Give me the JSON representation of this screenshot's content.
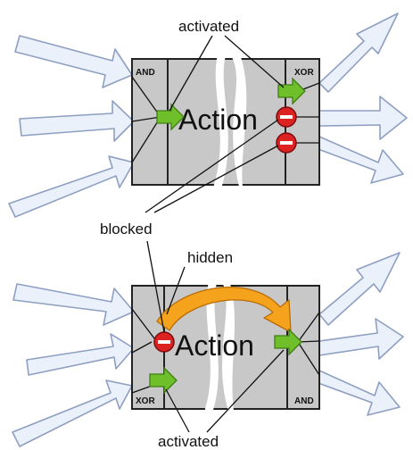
{
  "top_diagram": {
    "action_label": "Action",
    "join_type": "AND",
    "split_type": "XOR",
    "label_above": "activated",
    "label_below": "blocked"
  },
  "bottom_diagram": {
    "action_label": "Action",
    "join_type": "XOR",
    "split_type": "AND",
    "label_above": "hidden",
    "label_below": "activated"
  },
  "colors": {
    "activated": "#6fbf2b",
    "blocked": "#dd2222",
    "hidden_path": "#f5a21c",
    "box_fill": "#c8c8c8",
    "arrow_fill": "#eaf1fa"
  },
  "icons": {
    "activated": "green-arrow-icon",
    "blocked": "red-no-entry-icon"
  }
}
